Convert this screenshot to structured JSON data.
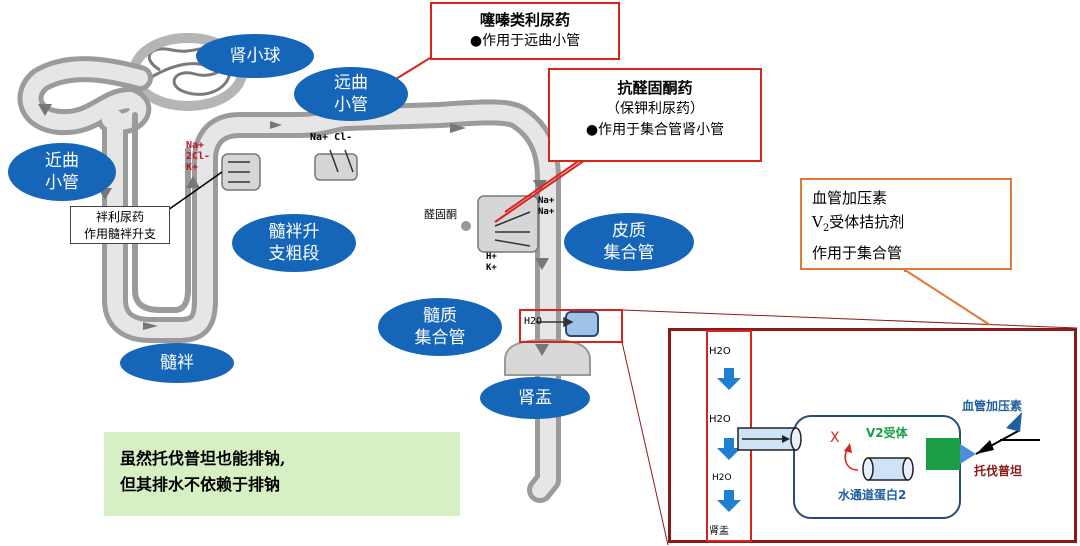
{
  "labels": {
    "glomerulus": "肾小球",
    "distal": "远曲\n小管",
    "proximal": "近曲\n小管",
    "thick_ascending": "髓袢升\n支粗段",
    "loop": "髓袢",
    "cortical_cd": "皮质\n集合管",
    "medullary_cd": "髓质\n集合管",
    "pelvis": "肾盂"
  },
  "thiazide": {
    "title": "噻嗪类利尿药",
    "item": "●作用于远曲小管"
  },
  "aldosterone_antagonist": {
    "title": "抗醛固酮药",
    "subtitle": "（保钾利尿药）",
    "item": "●作用于集合管肾小管"
  },
  "loop_diuretic": {
    "line1": "袢利尿药",
    "line2": "作用髓袢升支"
  },
  "vasopressin_box": {
    "line1": "血管加压素",
    "line2_a": "V",
    "line2_sub": "2",
    "line2_b": "受体拮抗剂",
    "line3": "作用于集合管"
  },
  "ions": {
    "loop_ions": "Na+\n2Cl-\nK+",
    "dct_ions": "Na+ Cl-",
    "cd_na": "Na+\nNa+",
    "cd_hk": "H+\nK+",
    "aldosterone": "醛固酮",
    "h2o_small": "H2O"
  },
  "inset": {
    "h2o_1": "H2O",
    "h2o_2": "H2O",
    "h2o_3": "H2O",
    "pelvis": "肾盂",
    "v2_receptor": "V2受体",
    "x_mark": "X",
    "aqp2": "水通道蛋白2",
    "vasopressin": "血管加压素",
    "tolvaptan": "托伐普坦"
  },
  "note": {
    "line1": "虽然托伐普坦也能排钠,",
    "line2": "但其排水不依赖于排钠"
  },
  "colors": {
    "oval_blue": "#1565b8",
    "red_border": "#d9241c",
    "orange_border": "#e07a3a",
    "tubule_gray": "#d3d3d3",
    "arrow_blue": "#1f7fd0",
    "note_green": "#d6f0c4",
    "dark_green": "#1a9e45",
    "dark_red": "#8b1a1a"
  }
}
